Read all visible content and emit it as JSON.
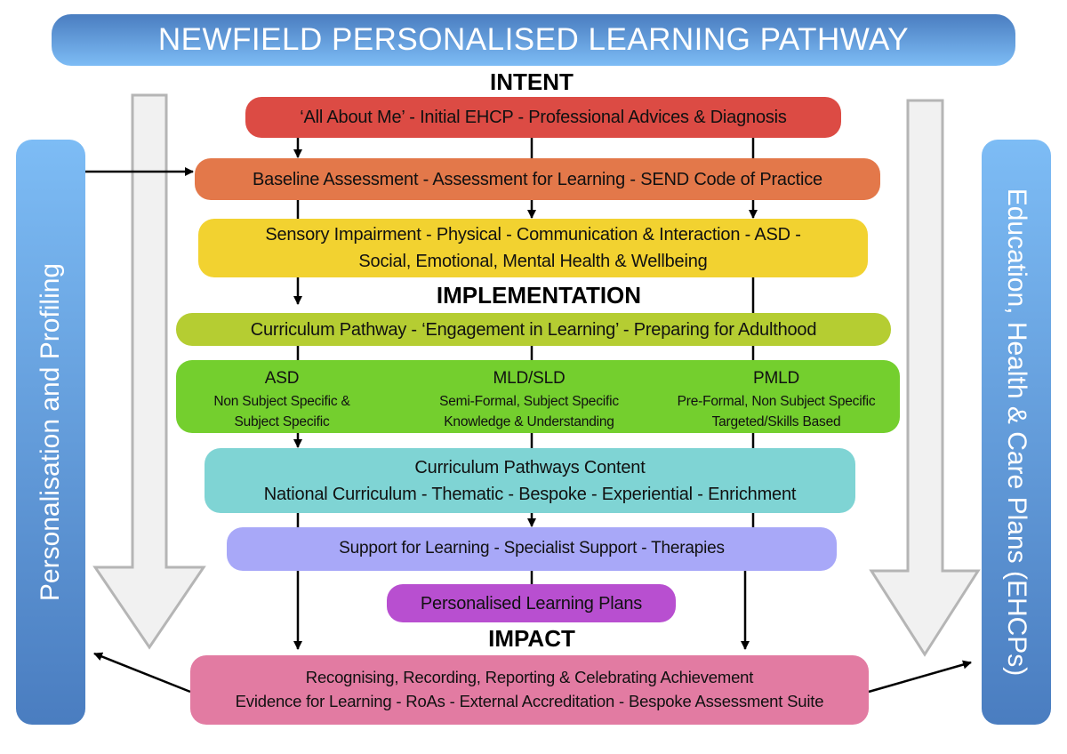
{
  "title": "NEWFIELD PERSONALISED LEARNING PATHWAY",
  "stages": {
    "intent": "INTENT",
    "implementation": "IMPLEMENTATION",
    "impact": "IMPACT"
  },
  "side_left": "Personalisation and Profiling",
  "side_right": "Education, Health & Care Plans (EHCPs)",
  "boxes": {
    "intent_1": "‘All About Me’ - Initial EHCP - Professional Advices & Diagnosis",
    "intent_2": "Baseline Assessment - Assessment for Learning - SEND Code of Practice",
    "intent_3": {
      "line1": "Sensory Impairment - Physical - Communication & Interaction - ASD -",
      "line2": "Social, Emotional, Mental Health & Wellbeing"
    },
    "impl_1": "Curriculum Pathway - ‘Engagement in Learning’ - Preparing for Adulthood",
    "impl_pathways": [
      {
        "name": "ASD",
        "line1": "Non Subject Specific &",
        "line2": "Subject Specific"
      },
      {
        "name": "MLD/SLD",
        "line1": "Semi-Formal, Subject Specific",
        "line2": "Knowledge & Understanding"
      },
      {
        "name": "PMLD",
        "line1": "Pre-Formal, Non Subject Specific",
        "line2": "Targeted/Skills Based"
      }
    ],
    "impl_content": {
      "line1": "Curriculum Pathways Content",
      "line2": "National Curriculum - Thematic - Bespoke - Experiential - Enrichment"
    },
    "impl_support": "Support for Learning - Specialist Support - Therapies",
    "impl_plans": "Personalised Learning Plans",
    "impact": {
      "line1": "Recognising, Recording, Reporting & Celebrating  Achievement",
      "line2": "Evidence for Learning - RoAs - External Accreditation - Bespoke Assessment Suite"
    }
  },
  "colors": {
    "title": "#4a7dc0",
    "red": "#dc4b44",
    "orange": "#e3784a",
    "yellow": "#f2d230",
    "lime": "#b5cd32",
    "green": "#74cf2e",
    "teal": "#7fd4d4",
    "lavender": "#a8a8f8",
    "purple": "#b84fd0",
    "pink": "#e27ba2"
  }
}
